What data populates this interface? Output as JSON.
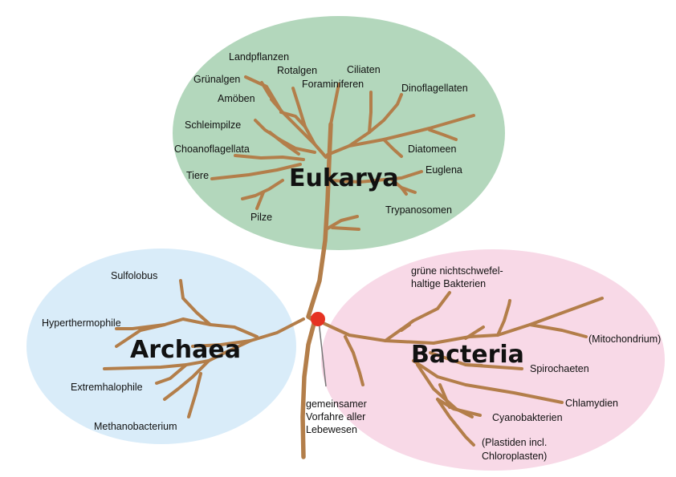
{
  "domains": {
    "eukarya": "Eukarya",
    "archaea": "Archaea",
    "bacteria": "Bacteria"
  },
  "colors": {
    "eukarya_fill": "#b3d7bc",
    "archaea_fill": "#d9ecf9",
    "bacteria_fill": "#f8d9e7",
    "branch": "#b37e4a",
    "root_dot": "#e63222"
  },
  "eukarya_groups": {
    "landpflanzen": "Landpflanzen",
    "rotalgen": "Rotalgen",
    "gruenalgen": "Grünalgen",
    "foraminiferen": "Foraminiferen",
    "ciliaten": "Ciliaten",
    "amoeben": "Amöben",
    "dinoflagellaten": "Dinoflagellaten",
    "schleimpilze": "Schleimpilze",
    "choanoflagellata": "Choanoflagellata",
    "diatomeen": "Diatomeen",
    "tiere": "Tiere",
    "euglena": "Euglena",
    "trypanosomen": "Trypanosomen",
    "pilze": "Pilze"
  },
  "archaea_groups": {
    "sulfolobus": "Sulfolobus",
    "hyperthermophile": "Hyperthermophile",
    "extremhalophile": "Extremhalophile",
    "methanobacterium": "Methanobacterium"
  },
  "bacteria_groups": {
    "gruene_line1": "grüne nichtschwefel-",
    "gruene_line2": "haltige Bakterien",
    "mitochondrium": "(Mitochondrium)",
    "spirochaeten": "Spirochaeten",
    "chlamydien": "Chlamydien",
    "cyanobakterien": "Cyanobakterien",
    "plastiden_line1": "(Plastiden incl.",
    "plastiden_line2": "Chloroplasten)"
  },
  "ancestor": {
    "line1": "gemeinsamer",
    "line2": "Vorfahre aller",
    "line3": "Lebewesen"
  }
}
